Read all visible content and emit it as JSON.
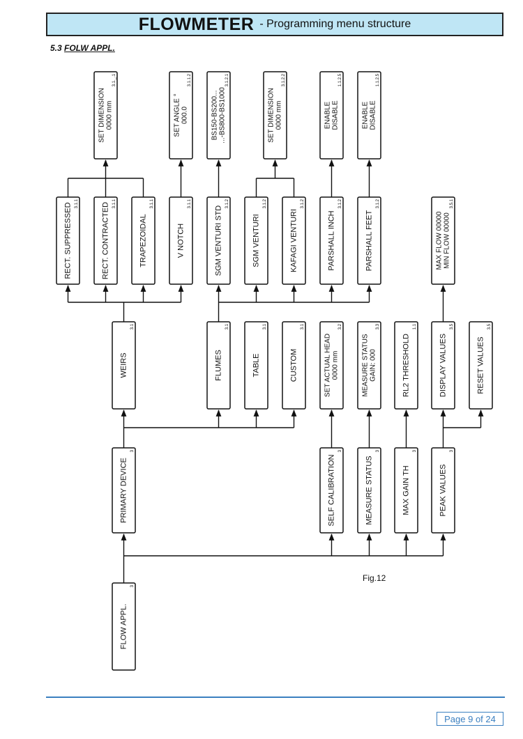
{
  "header": {
    "title": "FLOWMETER",
    "subtitle": "- Programming menu structure"
  },
  "section": {
    "number": "5.3",
    "title": "FOLW APPL."
  },
  "figure_label": "Fig.12",
  "page": "Page 9 of 24",
  "boxes": [
    {
      "id": "flow-appl",
      "lines": [
        "FLOW APPL."
      ],
      "code": "3"
    },
    {
      "id": "primary-device",
      "lines": [
        "PRIMARY DEVICE"
      ],
      "code": "3"
    },
    {
      "id": "self-calibration",
      "lines": [
        "SELF CALIBRATION"
      ],
      "code": "3"
    },
    {
      "id": "measure-status",
      "lines": [
        "MEASURE STATUS"
      ],
      "code": "3"
    },
    {
      "id": "max-gain-th",
      "lines": [
        "MAX GAIN TH"
      ],
      "code": "3"
    },
    {
      "id": "peak-values",
      "lines": [
        "PEAK VALUES"
      ],
      "code": "3"
    },
    {
      "id": "weirs",
      "lines": [
        "WEIRS"
      ],
      "code": "3.1"
    },
    {
      "id": "flumes",
      "lines": [
        "FLUMES"
      ],
      "code": "3.1"
    },
    {
      "id": "table",
      "lines": [
        "TABLE"
      ],
      "code": "3.1"
    },
    {
      "id": "custom",
      "lines": [
        "CUSTOM"
      ],
      "code": "3.1"
    },
    {
      "id": "set-actual-head",
      "lines": [
        "SET ACTUAL HEAD",
        "0000 mm"
      ],
      "code": "3.2"
    },
    {
      "id": "measure-status-gain",
      "lines": [
        "MEASURE STATUS",
        "GAIN: 000"
      ],
      "code": "3.3"
    },
    {
      "id": "rl2-threshold",
      "lines": [
        "RL2 THRESHOLD"
      ],
      "code": "1.1"
    },
    {
      "id": "display-values",
      "lines": [
        "DISPLAY VALUES"
      ],
      "code": "3.5"
    },
    {
      "id": "reset-values",
      "lines": [
        "RESET VALUES"
      ],
      "code": "3.5"
    },
    {
      "id": "rect-suppressed",
      "lines": [
        "RECT. SUPPRESSED"
      ],
      "code": "3.1.1"
    },
    {
      "id": "rect-contracted",
      "lines": [
        "RECT. CONTRACTED"
      ],
      "code": "3.1.1"
    },
    {
      "id": "trapezoidal",
      "lines": [
        "TRAPEZOIDAL"
      ],
      "code": "3.1.1"
    },
    {
      "id": "v-notch",
      "lines": [
        "V NOTCH"
      ],
      "code": "3.1.1"
    },
    {
      "id": "sgm-venturi-std",
      "lines": [
        "SGM VENTURI STD"
      ],
      "code": "3.1.2"
    },
    {
      "id": "sgm-venturi",
      "lines": [
        "SGM VENTURI"
      ],
      "code": "3.1.2"
    },
    {
      "id": "kafagi-venturi",
      "lines": [
        "KAFAGI VENTURI"
      ],
      "code": "3.1.2"
    },
    {
      "id": "parshall-inch",
      "lines": [
        "PARSHALL INCH"
      ],
      "code": "3.1.2"
    },
    {
      "id": "parshall-feet",
      "lines": [
        "PARSHALL FEET"
      ],
      "code": "3.1.2"
    },
    {
      "id": "max-min-flow",
      "lines": [
        "MAX FLOW  00000",
        "MIN FLOW   00000"
      ],
      "code": "3.5.1"
    },
    {
      "id": "set-dimension-1",
      "lines": [
        "SET DIMENSION",
        "0000 mm"
      ],
      "code": "3.1._.1"
    },
    {
      "id": "set-angle",
      "lines": [
        "SET ANGLE °",
        "000.0"
      ],
      "code": "3.1.1.2"
    },
    {
      "id": "bs-range",
      "lines": [
        "BS150-BS200...",
        "...-BS800-BS1000"
      ],
      "code": "3.1.2.1"
    },
    {
      "id": "set-dimension-2",
      "lines": [
        "SET DIMENSION",
        "0000 mm"
      ],
      "code": "3.1.2.2"
    },
    {
      "id": "enable-disable-1",
      "lines": [
        "ENABLE",
        "DISABLE"
      ],
      "code": "1.1.2.5"
    },
    {
      "id": "enable-disable-2",
      "lines": [
        "ENABLE",
        "DISABLE"
      ],
      "code": "1.1.2.5"
    }
  ]
}
